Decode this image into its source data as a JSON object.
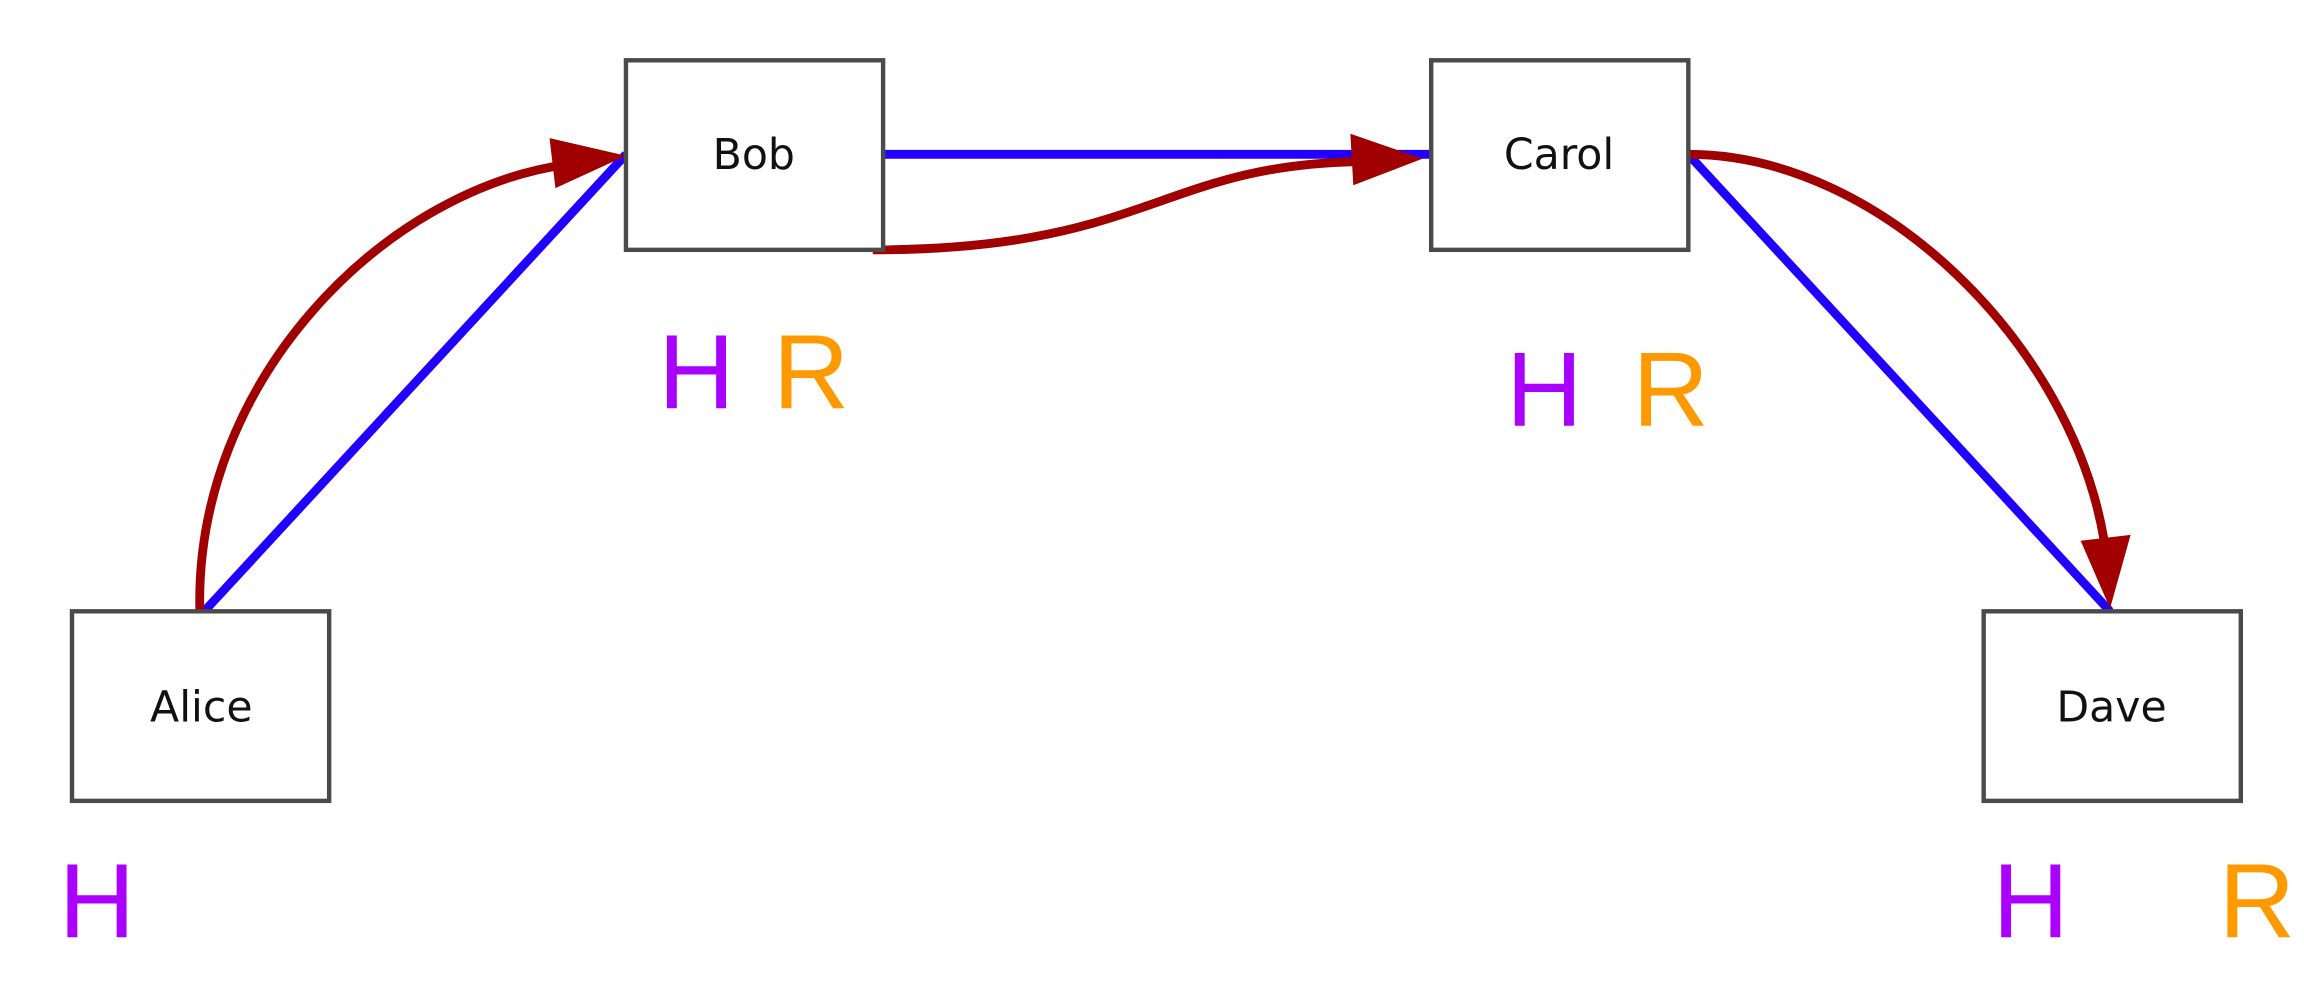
{
  "colors": {
    "link": "#2200ff",
    "arrow": "#a00000",
    "H": "#aa00ff",
    "R": "#ff9900"
  },
  "nodes": {
    "alice": {
      "label": "Alice",
      "tags": [
        "H"
      ]
    },
    "bob": {
      "label": "Bob",
      "tags": [
        "H",
        "R"
      ]
    },
    "carol": {
      "label": "Carol",
      "tags": [
        "H",
        "R"
      ]
    },
    "dave": {
      "label": "Dave",
      "tags": [
        "H",
        "R"
      ]
    }
  },
  "tags": {
    "h": "H",
    "r": "R"
  },
  "edges": [
    {
      "from": "Alice",
      "to": "Bob"
    },
    {
      "from": "Bob",
      "to": "Carol"
    },
    {
      "from": "Carol",
      "to": "Dave"
    }
  ]
}
